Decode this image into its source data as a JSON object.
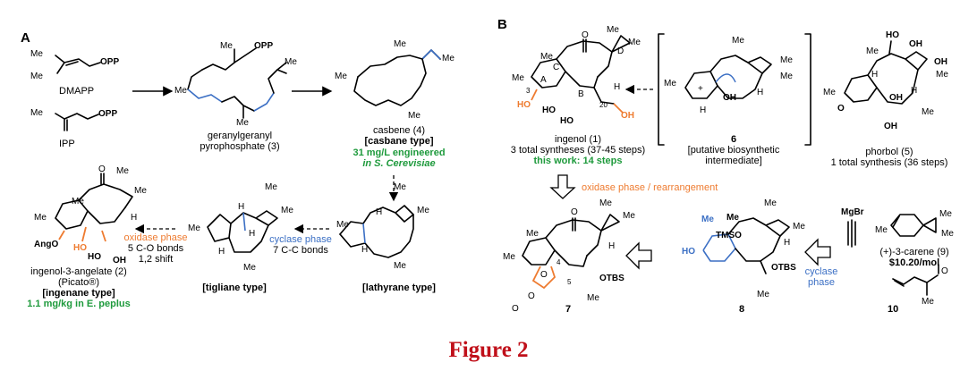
{
  "panel_a": {
    "label": "A",
    "dmapp": {
      "opp": "OPP",
      "me_top": "Me",
      "me_bot": "Me",
      "name": "DMAPP"
    },
    "ipp": {
      "opp": "OPP",
      "me": "Me",
      "name": "IPP"
    },
    "ggpp": {
      "opp": "OPP",
      "me1": "Me",
      "me2": "Me",
      "me3": "Me",
      "me4": "Me",
      "name_line1": "geranylgeranyl",
      "name_line2": "pyrophosphate (3)"
    },
    "casbene": {
      "me1": "Me",
      "me2": "Me",
      "me3": "Me",
      "me4": "Me",
      "name": "casbene (4)",
      "type": "[casbane type]",
      "yield_line1": "31 mg/L engineered",
      "yield_line2": "in S. Cerevisiae"
    },
    "lathyrane": {
      "me1": "Me",
      "me2": "Me",
      "me3": "Me",
      "me4": "Me",
      "h1": "H",
      "h2": "H",
      "type": "[lathyrane type]"
    },
    "cyclase": {
      "label": "cyclase phase",
      "bonds": "7 C-C bonds"
    },
    "tigliane": {
      "me1": "Me",
      "me2": "Me",
      "me3": "Me",
      "me4": "Me",
      "h1": "H",
      "h2": "H",
      "h3": "H",
      "type": "[tigliane type]"
    },
    "oxidase": {
      "label": "oxidase phase",
      "bonds": "5 C-O bonds",
      "shift": "1,2 shift"
    },
    "ingenol_angelate": {
      "me1": "Me",
      "me2": "Me",
      "me3": "Me",
      "me4": "Me",
      "h": "H",
      "o": "O",
      "ango": "AngO",
      "ho1": "HO",
      "ho2": "HO",
      "oh": "OH",
      "name": "ingenol-3-angelate (2)",
      "brand": "(Picato®)",
      "type": "[ingenane type]",
      "yield": "1.1 mg/kg in E. peplus"
    }
  },
  "panel_b": {
    "label": "B",
    "ingenol": {
      "me1": "Me",
      "me2": "Me",
      "me3": "Me",
      "me4": "Me",
      "o": "O",
      "h": "H",
      "ho1": "HO",
      "ho2": "HO",
      "ho3": "HO",
      "oh": "OH",
      "ring_a": "A",
      "ring_b": "B",
      "ring_c": "C",
      "ring_d": "D",
      "n3": "3",
      "n20": "20",
      "name": "ingenol (1)",
      "syntheses": "3 total syntheses (37-45 steps)",
      "this_work": "this work: 14 steps"
    },
    "intermediate6": {
      "me1": "Me",
      "me2": "Me",
      "me3": "Me",
      "me4": "Me",
      "plus": "+",
      "oh": "OH",
      "h1": "H",
      "h2": "H",
      "num": "6",
      "desc_line1": "[putative biosynthetic",
      "desc_line2": "intermediate]"
    },
    "phorbol": {
      "ho": "HO",
      "oh1": "OH",
      "oh2": "OH",
      "oh3": "OH",
      "oh4": "OH",
      "me1": "Me",
      "me2": "Me",
      "me3": "Me",
      "me4": "Me",
      "h1": "H",
      "h2": "H",
      "o": "O",
      "name": "phorbol (5)",
      "syntheses": "1 total synthesis (36 steps)"
    },
    "rearr": {
      "label": "oxidase phase / rearrangement"
    },
    "cmpd7": {
      "me1": "Me",
      "me2": "Me",
      "me3": "Me",
      "me4": "Me",
      "me5": "Me",
      "o1": "O",
      "o2": "O",
      "o3": "O",
      "o4": "O",
      "h": "H",
      "otbs": "OTBS",
      "n4": "4",
      "n5": "5",
      "num": "7"
    },
    "cmpd8": {
      "me1": "Me",
      "me2": "Me",
      "me3": "Me",
      "me4": "Me",
      "me5": "Me",
      "tmso": "TMSO",
      "ho": "HO",
      "h": "H",
      "otbs": "OTBS",
      "num": "8"
    },
    "cyclase": {
      "line1": "cyclase",
      "line2": "phase"
    },
    "carene": {
      "mgbr": "MgBr",
      "me1": "Me",
      "me2": "Me",
      "me3": "Me",
      "name": "(+)-3-carene (9)",
      "price": "$10.20/mol"
    },
    "cmpd10": {
      "me": "Me",
      "o": "O",
      "num": "10"
    }
  },
  "caption": "Figure 2"
}
